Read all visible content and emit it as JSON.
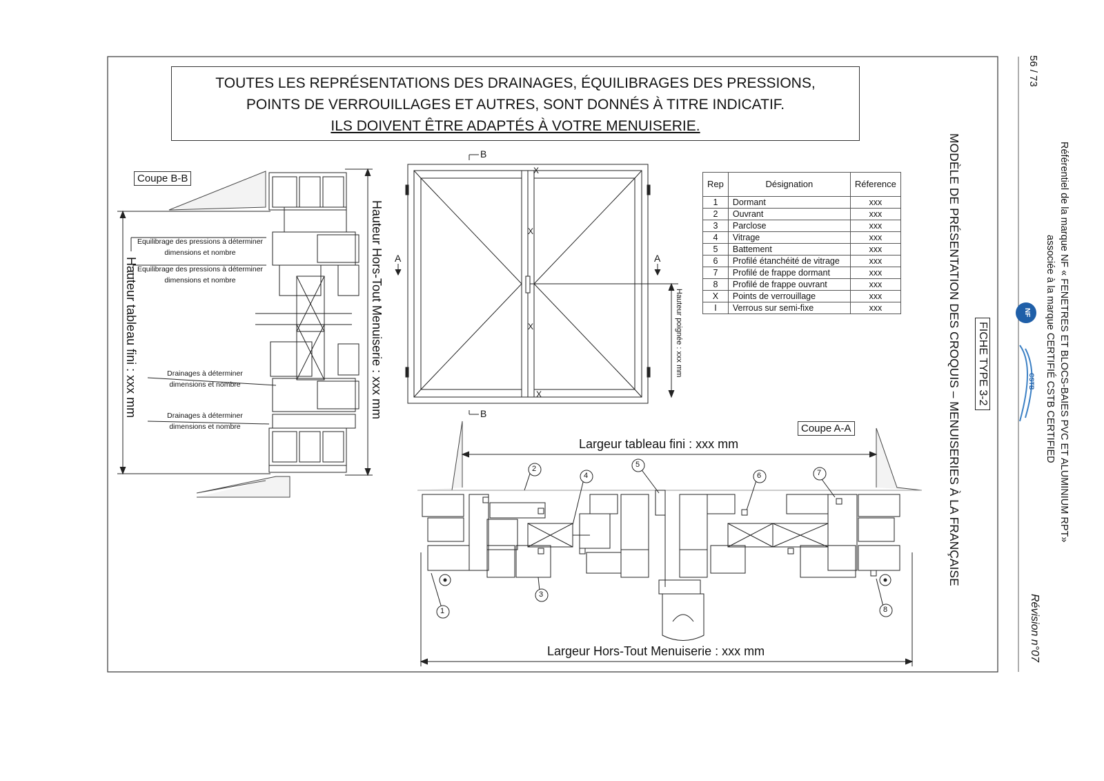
{
  "notice": {
    "line1": "TOUTES LES REPRÉSENTATIONS DES DRAINAGES, ÉQUILIBRAGES DES PRESSIONS,",
    "line2": "POINTS DE VERROUILLAGES ET AUTRES, SONT DONNÉS À TITRE INDICATIF.",
    "line3": "ILS DOIVENT ÊTRE ADAPTÉS À VOTRE MENUISERIE."
  },
  "coupe_bb": {
    "title": "Coupe B-B",
    "height_outer": "Hauteur Hors-Tout Menuiserie : xxx mm",
    "height_inner": "Hauteur tableau fini : xxx mm",
    "note1_a": "Equilibrage des pressions à déterminer",
    "note1_b": "dimensions et nombre",
    "note2_a": "Equilibrage des pressions à déterminer",
    "note2_b": "dimensions et nombre",
    "note3_a": "Drainages à déterminer",
    "note3_b": "dimensions et nombre",
    "note4_a": "Drainages à déterminer",
    "note4_b": "dimensions et nombre"
  },
  "elevation": {
    "section_b": "B",
    "section_a": "A",
    "lock_mark": "X",
    "handle_height": "Hauteur poignée : xxx mm"
  },
  "table": {
    "headers": [
      "Rep",
      "Désignation",
      "Réference"
    ],
    "rows": [
      [
        "1",
        "Dormant",
        "xxx"
      ],
      [
        "2",
        "Ouvrant",
        "xxx"
      ],
      [
        "3",
        "Parclose",
        "xxx"
      ],
      [
        "4",
        "Vitrage",
        "xxx"
      ],
      [
        "5",
        "Battement",
        "xxx"
      ],
      [
        "6",
        "Profilé étanchéité de vitrage",
        "xxx"
      ],
      [
        "7",
        "Profilé de frappe dormant",
        "xxx"
      ],
      [
        "8",
        "Profilé de frappe ouvrant",
        "xxx"
      ],
      [
        "X",
        "Points de verrouillage",
        "xxx"
      ],
      [
        "I",
        "Verrous sur semi-fixe",
        "xxx"
      ]
    ]
  },
  "coupe_aa": {
    "title": "Coupe A-A",
    "width_inner": "Largeur tableau fini : xxx mm",
    "width_outer": "Largeur Hors-Tout Menuiserie : xxx mm",
    "callouts": [
      "1",
      "2",
      "3",
      "4",
      "5",
      "6",
      "7",
      "8"
    ]
  },
  "side": {
    "fiche": "FICHE TYPE 3-2",
    "model": "MODÈLE DE PRÉSENTATION DES CROQUIS – MENUISERIES À LA FRANÇAISE",
    "ref1": "Référentiel de la marque NF « FENETRES ET BLOCS-BAIES PVC ET ALUMINIUM RPT»",
    "ref2": "associée à la marque CERTIFIÉ CSTB CERTIFIED",
    "page": "56 / 73",
    "revision": "Révision n°07",
    "nf_logo": "NF",
    "cstb_logo": "CSTB"
  }
}
